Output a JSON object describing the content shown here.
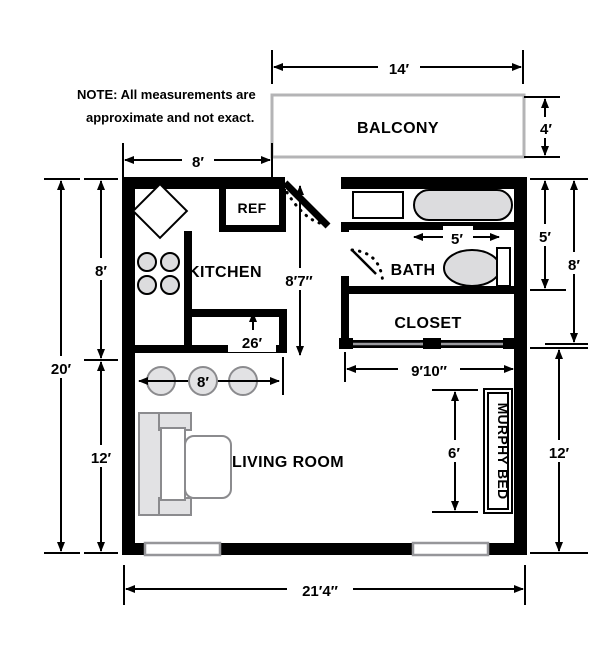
{
  "plan": {
    "note": {
      "line1": "NOTE: All measurements are",
      "line2": "approximate and not exact."
    },
    "rooms": [
      {
        "name": "balcony",
        "label": "BALCONY"
      },
      {
        "name": "kitchen",
        "label": "KITCHEN"
      },
      {
        "name": "refrigerator",
        "label": "REF"
      },
      {
        "name": "bath",
        "label": "BATH"
      },
      {
        "name": "closet",
        "label": "CLOSET"
      },
      {
        "name": "living-room",
        "label": "LIVING ROOM"
      },
      {
        "name": "murphy-bed",
        "label": "MURPHY BED"
      }
    ],
    "labels": {
      "balcony": "BALCONY",
      "kitchen": "KITCHEN",
      "refrigerator": "REF",
      "bath": "BATH",
      "closet": "CLOSET",
      "living_room": "LIVING ROOM",
      "murphy_bed": "MURPHY BED"
    },
    "dimensions": {
      "balcony_width": "14′",
      "balcony_depth": "4′",
      "kitchen_top_width": "8′",
      "kitchen_left_height": "8′",
      "kitchen_depth": "8′7″",
      "kitchen_counter_depth": "26′",
      "kitchen_counter_width": "8′",
      "bath_width": "5′",
      "bath_height": "5′",
      "right_upper_height": "8′",
      "closet_width": "9′10″",
      "murphy_bed_height": "6′",
      "right_lower_height": "12′",
      "left_lower_height": "12′",
      "left_total_height": "20′",
      "bottom_width": "21′4″"
    },
    "colors": {
      "wall": "#000000",
      "fixture_fill": "#dcdcde",
      "furniture_fill": "#e2e2e4",
      "furniture_stroke": "#8b8b8e",
      "balcony_stroke": "#b4b4b6",
      "background": "#ffffff"
    }
  }
}
